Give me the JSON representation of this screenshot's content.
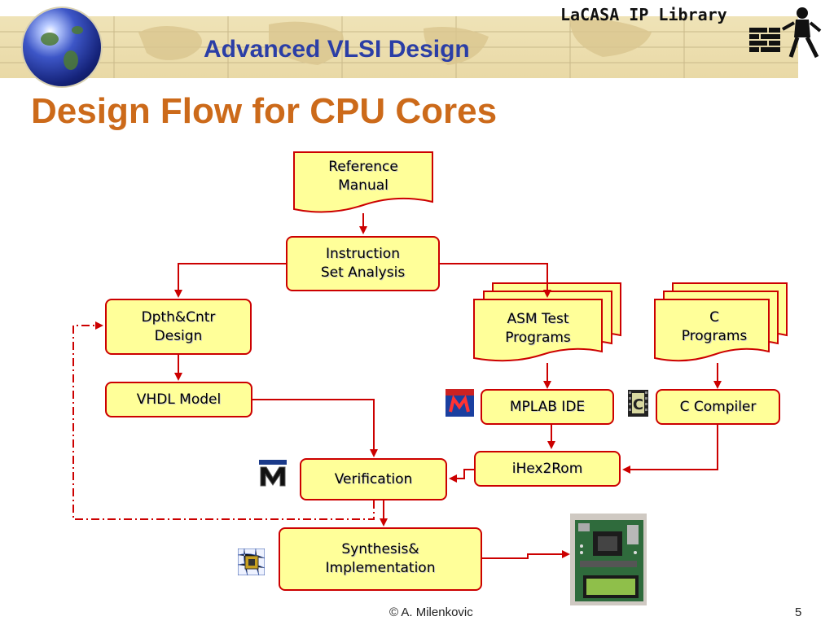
{
  "header": {
    "subtitle": "Advanced VLSI Design",
    "library_title": "LaCASA IP Library",
    "logo_icon": "bricklayer-icon",
    "globe_icon": "globe-icon"
  },
  "slide": {
    "title": "Design Flow for CPU Cores"
  },
  "nodes": {
    "reference_manual": "Reference\nManual",
    "instruction_set_analysis": "Instruction\nSet Analysis",
    "dpth_cntr_design": "Dpth&Cntr\nDesign",
    "asm_test_programs": "ASM Test\nPrograms",
    "c_programs": "C\nPrograms",
    "vhdl_model": "VHDL Model",
    "mplab_ide": "MPLAB IDE",
    "c_compiler": "C Compiler",
    "ihex2rom": "iHex2Rom",
    "verification": "Verification",
    "synthesis_implementation": "Synthesis&\nImplementation"
  },
  "icons": {
    "mplab": "mplab-icon",
    "c_compiler": "c-compiler-icon",
    "modelsim": "modelsim-icon",
    "synthesis": "chip-icon",
    "board": "fpga-board-photo"
  },
  "colors": {
    "box_fill": "#ffff99",
    "box_border": "#cc0000",
    "title": "#cc6a1a",
    "subtitle": "#2b3ea6"
  },
  "footer": {
    "copyright": "© A. Milenkovic",
    "page_number": "5"
  }
}
